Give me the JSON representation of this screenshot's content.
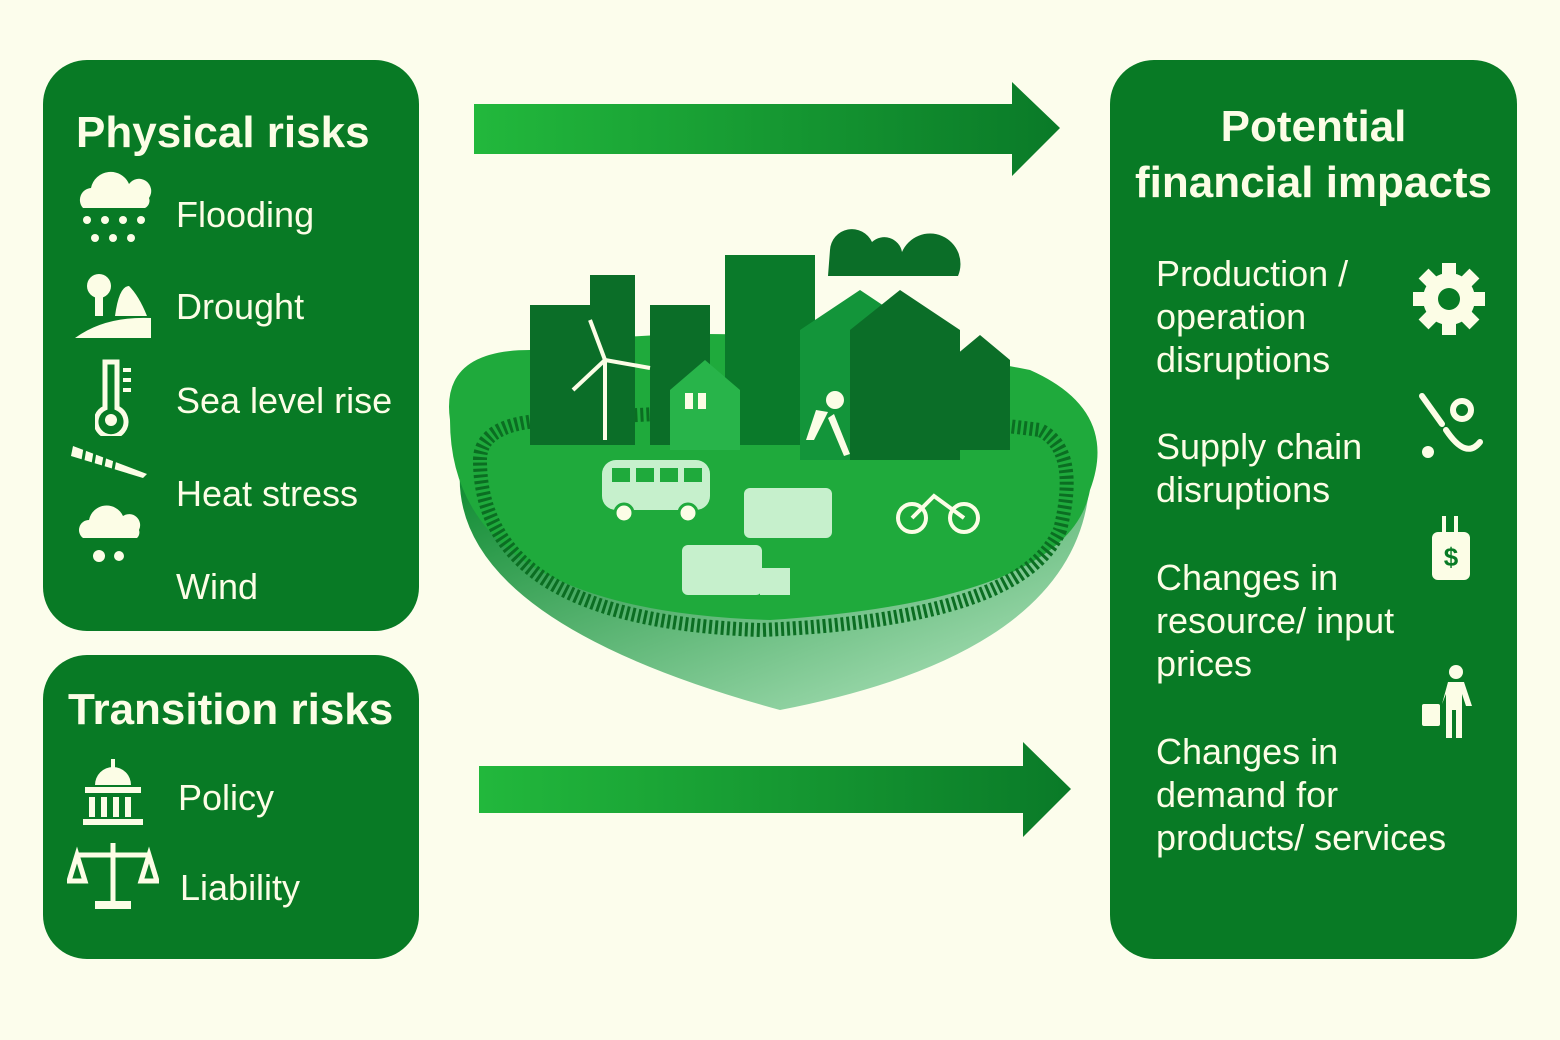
{
  "physical_risks": {
    "title": "Physical risks",
    "items": [
      {
        "label": "Flooding",
        "icon": "rain-cloud-icon"
      },
      {
        "label": "Drought",
        "icon": "drought-landscape-icon"
      },
      {
        "label": "Sea level rise",
        "icon": "thermometer-icon"
      },
      {
        "label": "Heat stress",
        "icon": "wind-gust-icon"
      },
      {
        "label": "Wind",
        "icon": "cloud-drops-icon"
      }
    ]
  },
  "transition_risks": {
    "title": "Transition risks",
    "items": [
      {
        "label": "Policy",
        "icon": "government-building-icon"
      },
      {
        "label": "Liability",
        "icon": "scales-icon"
      }
    ]
  },
  "financial_impacts": {
    "title_line1": "Potential",
    "title_line2": "financial impacts",
    "items": [
      {
        "line1": "Production /",
        "line2": "operation",
        "line3": "disruptions",
        "icon": "gear-icon"
      },
      {
        "line1": "Supply chain",
        "line2": "disruptions",
        "icon": "chain-link-icon"
      },
      {
        "line1": "Changes in",
        "line2": "resource/ input",
        "line3": "prices",
        "icon": "price-tag-icon"
      },
      {
        "line1": "Changes in",
        "line2": "demand for",
        "line3": "products/ services",
        "icon": "shopper-icon"
      }
    ]
  },
  "colors": {
    "background": "#fcfdec",
    "panel": "#087a25",
    "text": "#fcfde6",
    "accent": "#1fb83a"
  }
}
